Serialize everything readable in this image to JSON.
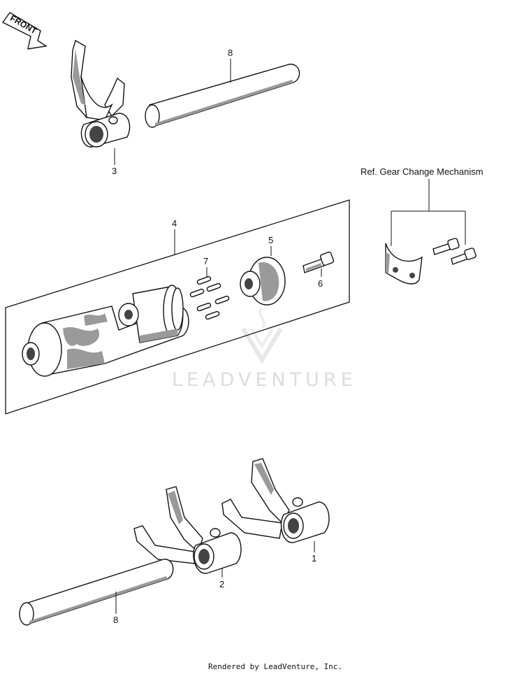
{
  "front_arrow": {
    "label": "FRONT"
  },
  "reference": {
    "label": "Ref.  Gear Change Mechanism"
  },
  "callouts": {
    "part_8_top": "8",
    "part_3": "3",
    "part_4": "4",
    "part_5": "5",
    "part_6": "6",
    "part_7": "7",
    "part_8_bottom": "8",
    "part_2": "2",
    "part_1": "1"
  },
  "watermark": {
    "text": "LEADVENTURE"
  },
  "footer": {
    "text": "Rendered by LeadVenture, Inc."
  }
}
